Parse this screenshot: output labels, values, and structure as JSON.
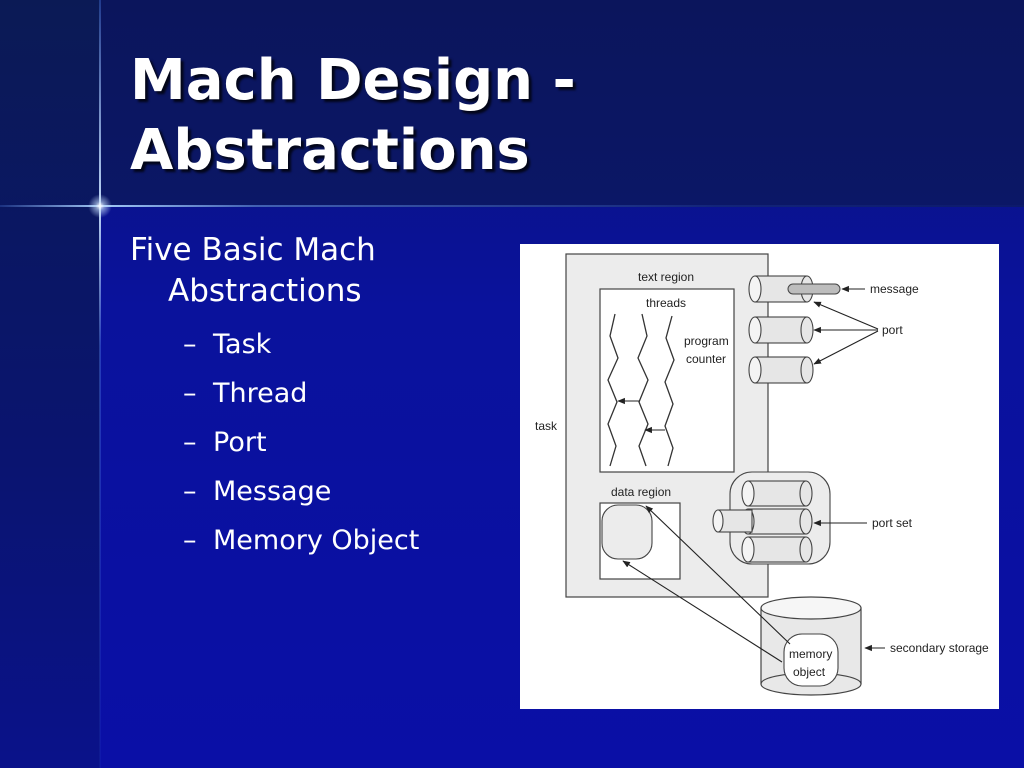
{
  "slide": {
    "title_line1": "Mach Design -",
    "title_line2": "Abstractions",
    "bullet_line1": "Five Basic Mach",
    "bullet_line2": "Abstractions",
    "dash": "–",
    "subitems": [
      "Task",
      "Thread",
      "Port",
      "Message",
      "Memory Object"
    ]
  },
  "diagram": {
    "labels": {
      "text_region": "text region",
      "threads": "threads",
      "program": "program",
      "counter": "counter",
      "task": "task",
      "data_region": "data region",
      "message": "message",
      "port": "port",
      "port_set": "port set",
      "memory": "memory",
      "object": "object",
      "secondary_storage": "secondary storage"
    }
  },
  "colors": {
    "background": "#0a129c",
    "title_band": "#0b155c",
    "text": "#ffffff"
  }
}
